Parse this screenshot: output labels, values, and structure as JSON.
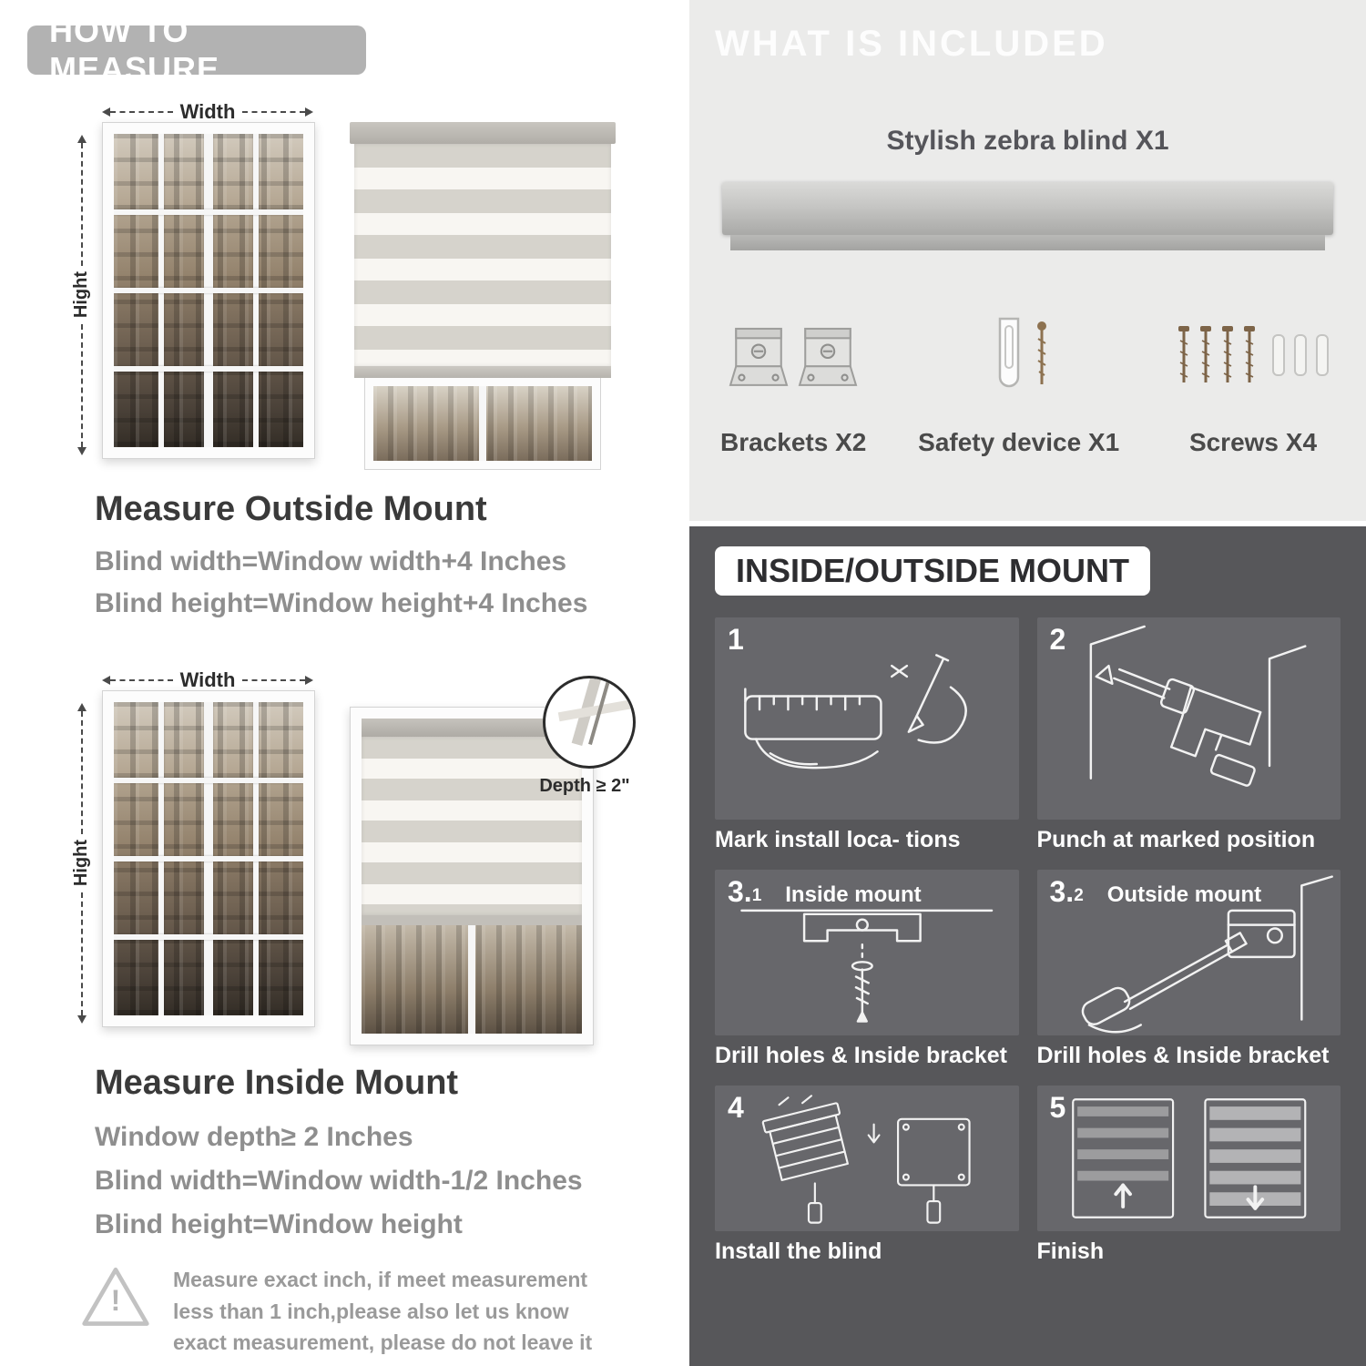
{
  "colors": {
    "left_header_badge": "#b2b2b2",
    "heading_text": "#3a3a3a",
    "body_text": "#8e8e8e",
    "included_bg": "#ebebea",
    "mount_bg": "#57575a",
    "panel_bg": "#67676b"
  },
  "measure": {
    "header": "HOW TO MEASURE",
    "outside": {
      "width_label": "Width",
      "height_label": "Hight",
      "heading": "Measure Outside Mount",
      "lines": [
        "Blind width=Window width+4 Inches",
        "Blind height=Window height+4 Inches"
      ]
    },
    "inside": {
      "width_label": "Width",
      "height_label": "Hight",
      "depth_callout": "Depth ≥ 2\"",
      "heading": "Measure Inside Mount",
      "lines": [
        "Window depth≥ 2 Inches",
        "Blind width=Window width-1/2 Inches",
        "Blind height=Window height"
      ]
    },
    "warning": {
      "mark": "!",
      "text": "Measure exact inch, if meet measurement less than 1 inch,please also let us know exact measurement, please do not leave it"
    }
  },
  "included": {
    "header": "WHAT IS INCLUDED",
    "blind_label": "Stylish zebra blind X1",
    "items": [
      {
        "name": "brackets",
        "label": "Brackets X2"
      },
      {
        "name": "safety-device",
        "label": "Safety device X1"
      },
      {
        "name": "screws",
        "label": "Screws X4"
      }
    ]
  },
  "mount": {
    "header": "INSIDE/OUTSIDE MOUNT",
    "steps": [
      {
        "num": "1",
        "sub": "",
        "title": "",
        "caption": "Mark install loca- tions"
      },
      {
        "num": "2",
        "sub": "",
        "title": "",
        "caption": "Punch at  marked position"
      },
      {
        "num": "3.",
        "sub": "1",
        "title": "Inside mount",
        "caption": "Drill holes &  Inside bracket"
      },
      {
        "num": "3.",
        "sub": "2",
        "title": "Outside mount",
        "caption": "Drill holes &  Inside bracket"
      },
      {
        "num": "4",
        "sub": "",
        "title": "",
        "caption": "Install the blind"
      },
      {
        "num": "5",
        "sub": "",
        "title": "",
        "caption": "Finish"
      }
    ]
  }
}
